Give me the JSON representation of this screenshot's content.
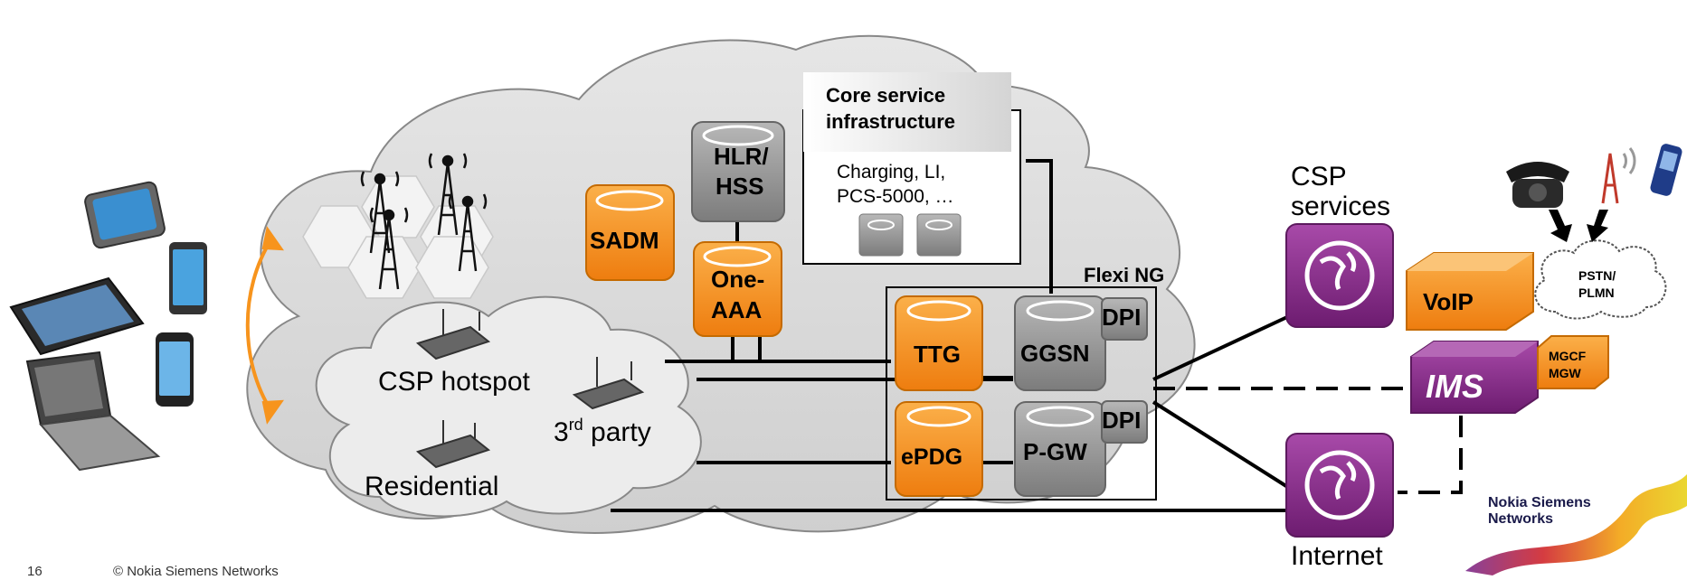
{
  "labels": {
    "hlr": [
      "HLR/",
      "HSS"
    ],
    "sadm": "SADM",
    "one_aaa": [
      "One-",
      "AAA"
    ],
    "core_title": [
      "Core service",
      "infrastructure"
    ],
    "core_body": [
      "Charging, LI,",
      "PCS-5000, …"
    ],
    "flexi": "Flexi NG",
    "ttg": "TTG",
    "ggsn": "GGSN",
    "dpi1": "DPI",
    "epdg": "ePDG",
    "pgw": "P-GW",
    "dpi2": "DPI",
    "csp_hotspot": "CSP hotspot",
    "third_party": "3",
    "third_party_sup": "rd",
    "third_party_tail": " party",
    "residential": "Residential",
    "csp_services": [
      "CSP",
      "services"
    ],
    "internet": "Internet",
    "voip": "VoIP",
    "ims": "IMS",
    "mgcf": [
      "MGCF",
      "MGW"
    ],
    "pstn": [
      "PSTN/",
      "PLMN"
    ],
    "logo": [
      "Nokia Siemens",
      "Networks"
    ],
    "footer_page": "16",
    "footer_copy": "© Nokia Siemens Networks"
  },
  "colors": {
    "orange": "#f7941d",
    "purple": "#8e2c90",
    "gray_node": "#9a9a9a",
    "cloud": "#d9d9d9"
  }
}
